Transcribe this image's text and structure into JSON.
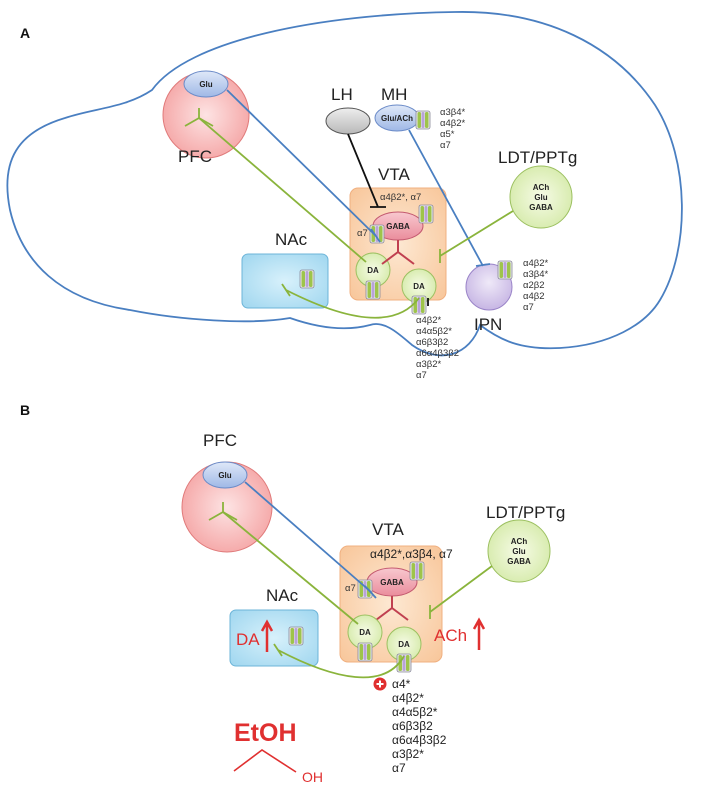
{
  "panel_a": {
    "label": "A",
    "regions": {
      "pfc": "PFC",
      "lh": "LH",
      "mh": "MH",
      "vta": "VTA",
      "ldt": "LDT/PPTg",
      "nac": "NAc",
      "ipn": "IPN"
    },
    "cells": {
      "glu": "Glu",
      "glu_ach": "Glu/ACh",
      "gaba": "GABA",
      "da": "DA",
      "ldt_ach": "ACh",
      "ldt_glu": "Glu",
      "ldt_gaba": "GABA"
    },
    "mh_subunits": [
      "α3β4*",
      "α4β2*",
      "α5*",
      "α7"
    ],
    "gaba_subunits": "α4β2*, α7",
    "vta_input_subunit": "α7",
    "ipn_subunits": [
      "α4β2*",
      "α3β4*",
      "α2β2",
      "α4β2",
      "α7"
    ],
    "da_subunits": [
      "α4β2*",
      "α4α5β2*",
      "α6β3β2",
      "α6α4β3β2",
      "α3β2*",
      "α7"
    ]
  },
  "panel_b": {
    "label": "B",
    "regions": {
      "pfc": "PFC",
      "vta": "VTA",
      "ldt": "LDT/PPTg",
      "nac": "NAc"
    },
    "cells": {
      "glu": "Glu",
      "gaba": "GABA",
      "da": "DA",
      "ldt_ach": "ACh",
      "ldt_glu": "Glu",
      "ldt_gaba": "GABA"
    },
    "vta_subunits": "α4β2*,α3β4, α7",
    "vta_input_subunit": "α7",
    "nac_effect": "DA",
    "ach_effect": "ACh",
    "da_subunits": [
      "α4*",
      "α4β2*",
      "α4α5β2*",
      "α6β3β2",
      "α6α4β3β2",
      "α3β2*",
      "α7"
    ],
    "ethanol": {
      "name": "EtOH",
      "group": "OH"
    }
  },
  "colors": {
    "brain_outline": "#4a7fc1",
    "glutamate_projection": "#4a7fc1",
    "dopamine_projection": "#8ab43c",
    "increase_arrow": "#e03030",
    "pfc_fill": "#f6a9a9",
    "vta_fill": "#fbd4ad",
    "nac_fill": "#a9dcf2",
    "ipn_fill": "#d5c6ec",
    "cell_green": "#e4f2c4",
    "cell_blue": "#b9cdef",
    "cell_gaba": "#f3a7b3"
  }
}
